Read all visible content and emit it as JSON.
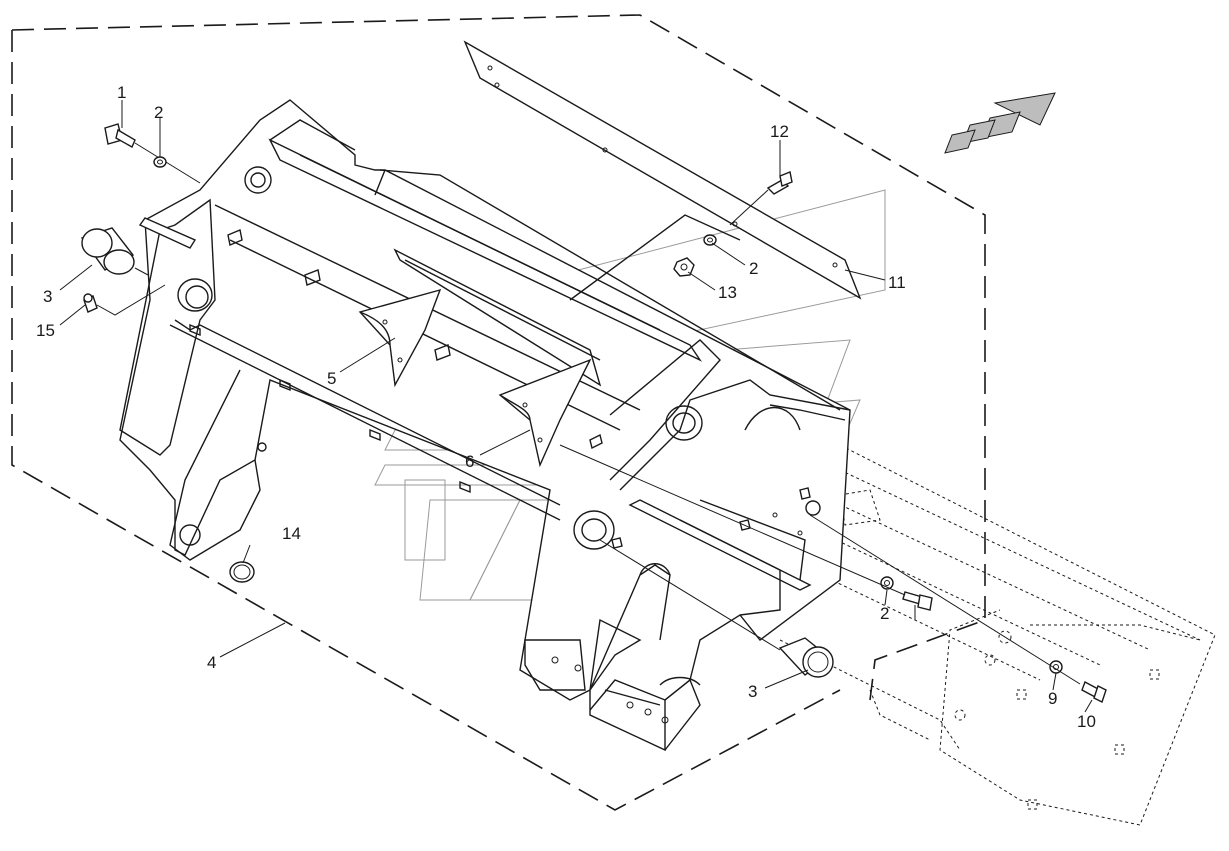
{
  "callouts": [
    {
      "id": "c1",
      "label": "1"
    },
    {
      "id": "c2a",
      "label": "2"
    },
    {
      "id": "c3a",
      "label": "3"
    },
    {
      "id": "c15",
      "label": "15"
    },
    {
      "id": "c5",
      "label": "5"
    },
    {
      "id": "c6",
      "label": "6"
    },
    {
      "id": "c12",
      "label": "12"
    },
    {
      "id": "c2b",
      "label": "2"
    },
    {
      "id": "c13",
      "label": "13"
    },
    {
      "id": "c11",
      "label": "11"
    },
    {
      "id": "c14",
      "label": "14"
    },
    {
      "id": "c4",
      "label": "4"
    },
    {
      "id": "c2c",
      "label": "2"
    },
    {
      "id": "c3b",
      "label": "3"
    },
    {
      "id": "c9",
      "label": "9"
    },
    {
      "id": "c10",
      "label": "10"
    }
  ],
  "icons": {
    "direction_arrow": "travel-direction-arrow-icon",
    "watermark": "dealer-logo-watermark"
  },
  "colors": {
    "line": "#1a1a1a",
    "watermark": "#9a9a9a",
    "background": "#ffffff"
  }
}
